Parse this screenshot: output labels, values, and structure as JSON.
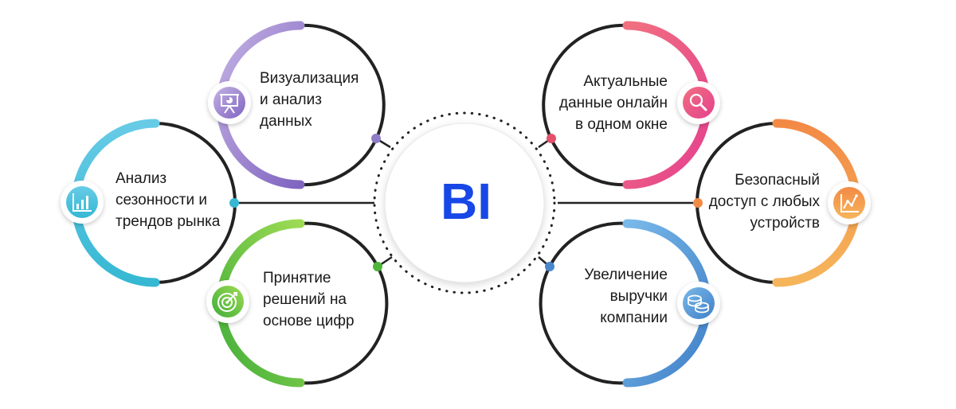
{
  "center": {
    "label": "BI",
    "color": "#1747e6"
  },
  "items": [
    {
      "id": "visualization",
      "text": "Визуализация\nи анализ\nданных",
      "color_start": "#c4b2e4",
      "color_end": "#8064c0",
      "icon": "presentation-chart-icon"
    },
    {
      "id": "seasonality",
      "text": "Анализ\nсезонности и\nтрендов рынка",
      "color_start": "#67cbe6",
      "color_end": "#36b8d3",
      "icon": "bar-chart-icon"
    },
    {
      "id": "decisions",
      "text": "Принятие\nрешений на\nоснове цифр",
      "color_start": "#9edb54",
      "color_end": "#3fad39",
      "icon": "target-icon"
    },
    {
      "id": "realtime",
      "text": "Актуальные\nданные онлайн\nв одном окне",
      "color_start": "#f07080",
      "color_end": "#e5408e",
      "icon": "magnifier-icon"
    },
    {
      "id": "secure",
      "text": "Безопасный\nдоступ с любых\nустройств",
      "color_start": "#f28a46",
      "color_end": "#f6b55b",
      "icon": "line-chart-icon"
    },
    {
      "id": "revenue",
      "text": "Увеличение\nвыручки\nкомпании",
      "color_start": "#79b9e9",
      "color_end": "#3f7fc7",
      "icon": "coins-icon"
    }
  ]
}
